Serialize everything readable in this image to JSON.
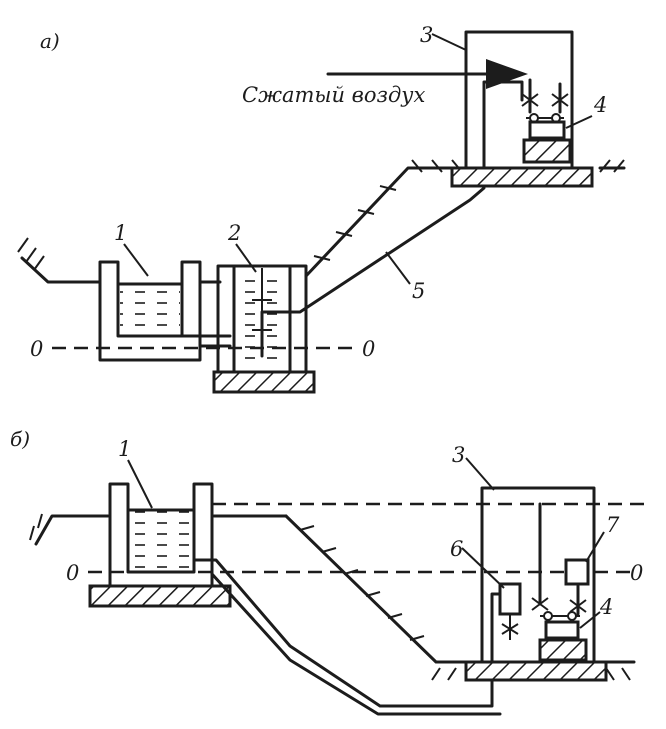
{
  "panels": {
    "a": {
      "letter": "а)",
      "air_label": "Сжатый воздух",
      "zero_left": "0",
      "zero_right": "0"
    },
    "b": {
      "letter": "б)",
      "zero_left": "0",
      "zero_right": "0"
    }
  },
  "callouts": {
    "a": [
      "1",
      "2",
      "3",
      "4",
      "5"
    ],
    "b": [
      "1",
      "3",
      "6",
      "7",
      "4"
    ]
  },
  "colors": {
    "ink": "#1c1c1c",
    "paper": "#ffffff"
  }
}
